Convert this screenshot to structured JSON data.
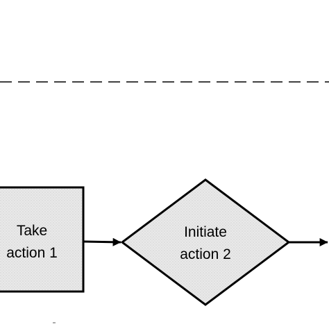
{
  "diagram": {
    "nodes": {
      "take_action": {
        "line1": "Take",
        "line2": "action 1"
      },
      "initiate_action": {
        "line1": "Initiate",
        "line2": "action 2"
      }
    },
    "colors": {
      "stroke": "#000000",
      "shape_fill": "#e6e6e6",
      "background": "#ffffff"
    }
  }
}
